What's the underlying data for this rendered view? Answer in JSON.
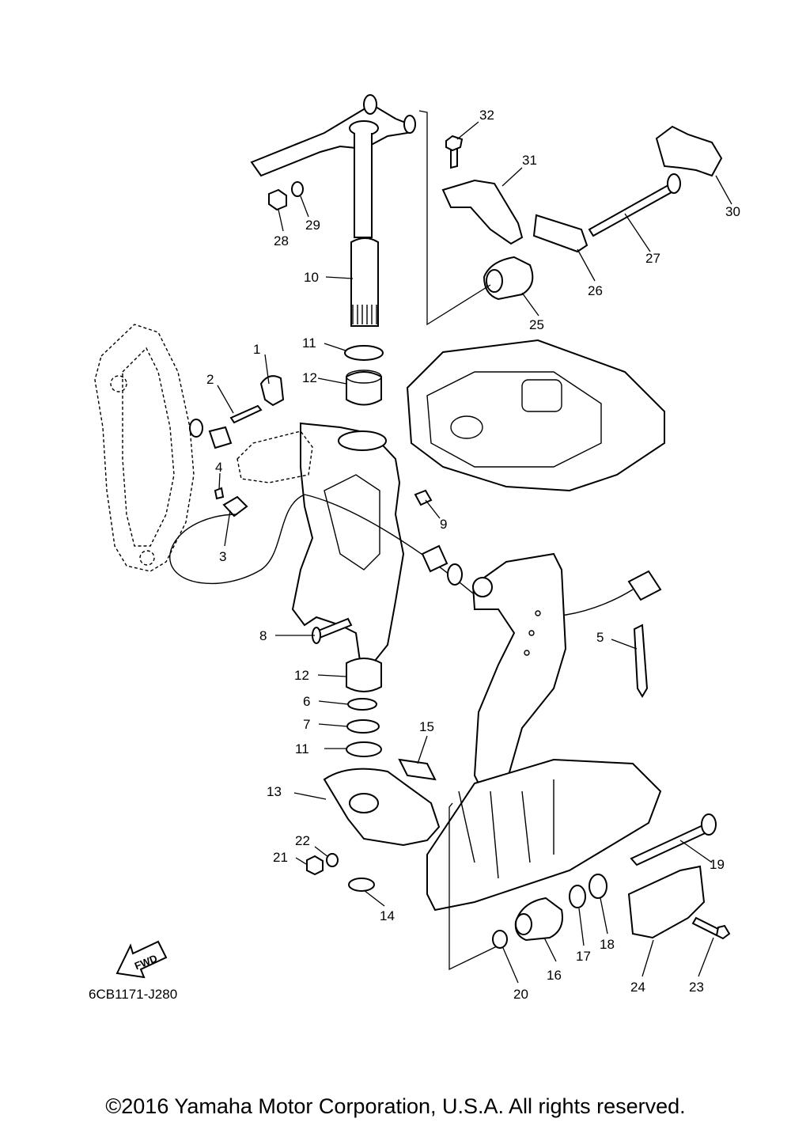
{
  "diagram": {
    "callouts": [
      {
        "id": "1",
        "label": "1"
      },
      {
        "id": "2",
        "label": "2"
      },
      {
        "id": "3",
        "label": "3"
      },
      {
        "id": "4",
        "label": "4"
      },
      {
        "id": "5",
        "label": "5"
      },
      {
        "id": "6",
        "label": "6"
      },
      {
        "id": "7",
        "label": "7"
      },
      {
        "id": "8",
        "label": "8"
      },
      {
        "id": "9",
        "label": "9"
      },
      {
        "id": "10",
        "label": "10"
      },
      {
        "id": "11a",
        "label": "11"
      },
      {
        "id": "11b",
        "label": "11"
      },
      {
        "id": "12a",
        "label": "12"
      },
      {
        "id": "12b",
        "label": "12"
      },
      {
        "id": "13",
        "label": "13"
      },
      {
        "id": "14",
        "label": "14"
      },
      {
        "id": "15",
        "label": "15"
      },
      {
        "id": "16",
        "label": "16"
      },
      {
        "id": "17",
        "label": "17"
      },
      {
        "id": "18",
        "label": "18"
      },
      {
        "id": "19",
        "label": "19"
      },
      {
        "id": "20",
        "label": "20"
      },
      {
        "id": "21",
        "label": "21"
      },
      {
        "id": "22",
        "label": "22"
      },
      {
        "id": "23",
        "label": "23"
      },
      {
        "id": "24",
        "label": "24"
      },
      {
        "id": "25",
        "label": "25"
      },
      {
        "id": "26",
        "label": "26"
      },
      {
        "id": "27",
        "label": "27"
      },
      {
        "id": "28",
        "label": "28"
      },
      {
        "id": "29",
        "label": "29"
      },
      {
        "id": "30",
        "label": "30"
      },
      {
        "id": "31",
        "label": "31"
      },
      {
        "id": "32",
        "label": "32"
      }
    ],
    "fwd_label": "FWD",
    "drawing_code": "6CB1171-J280"
  },
  "footer": {
    "copyright": "©2016 Yamaha Motor Corporation, U.S.A. All rights reserved."
  }
}
